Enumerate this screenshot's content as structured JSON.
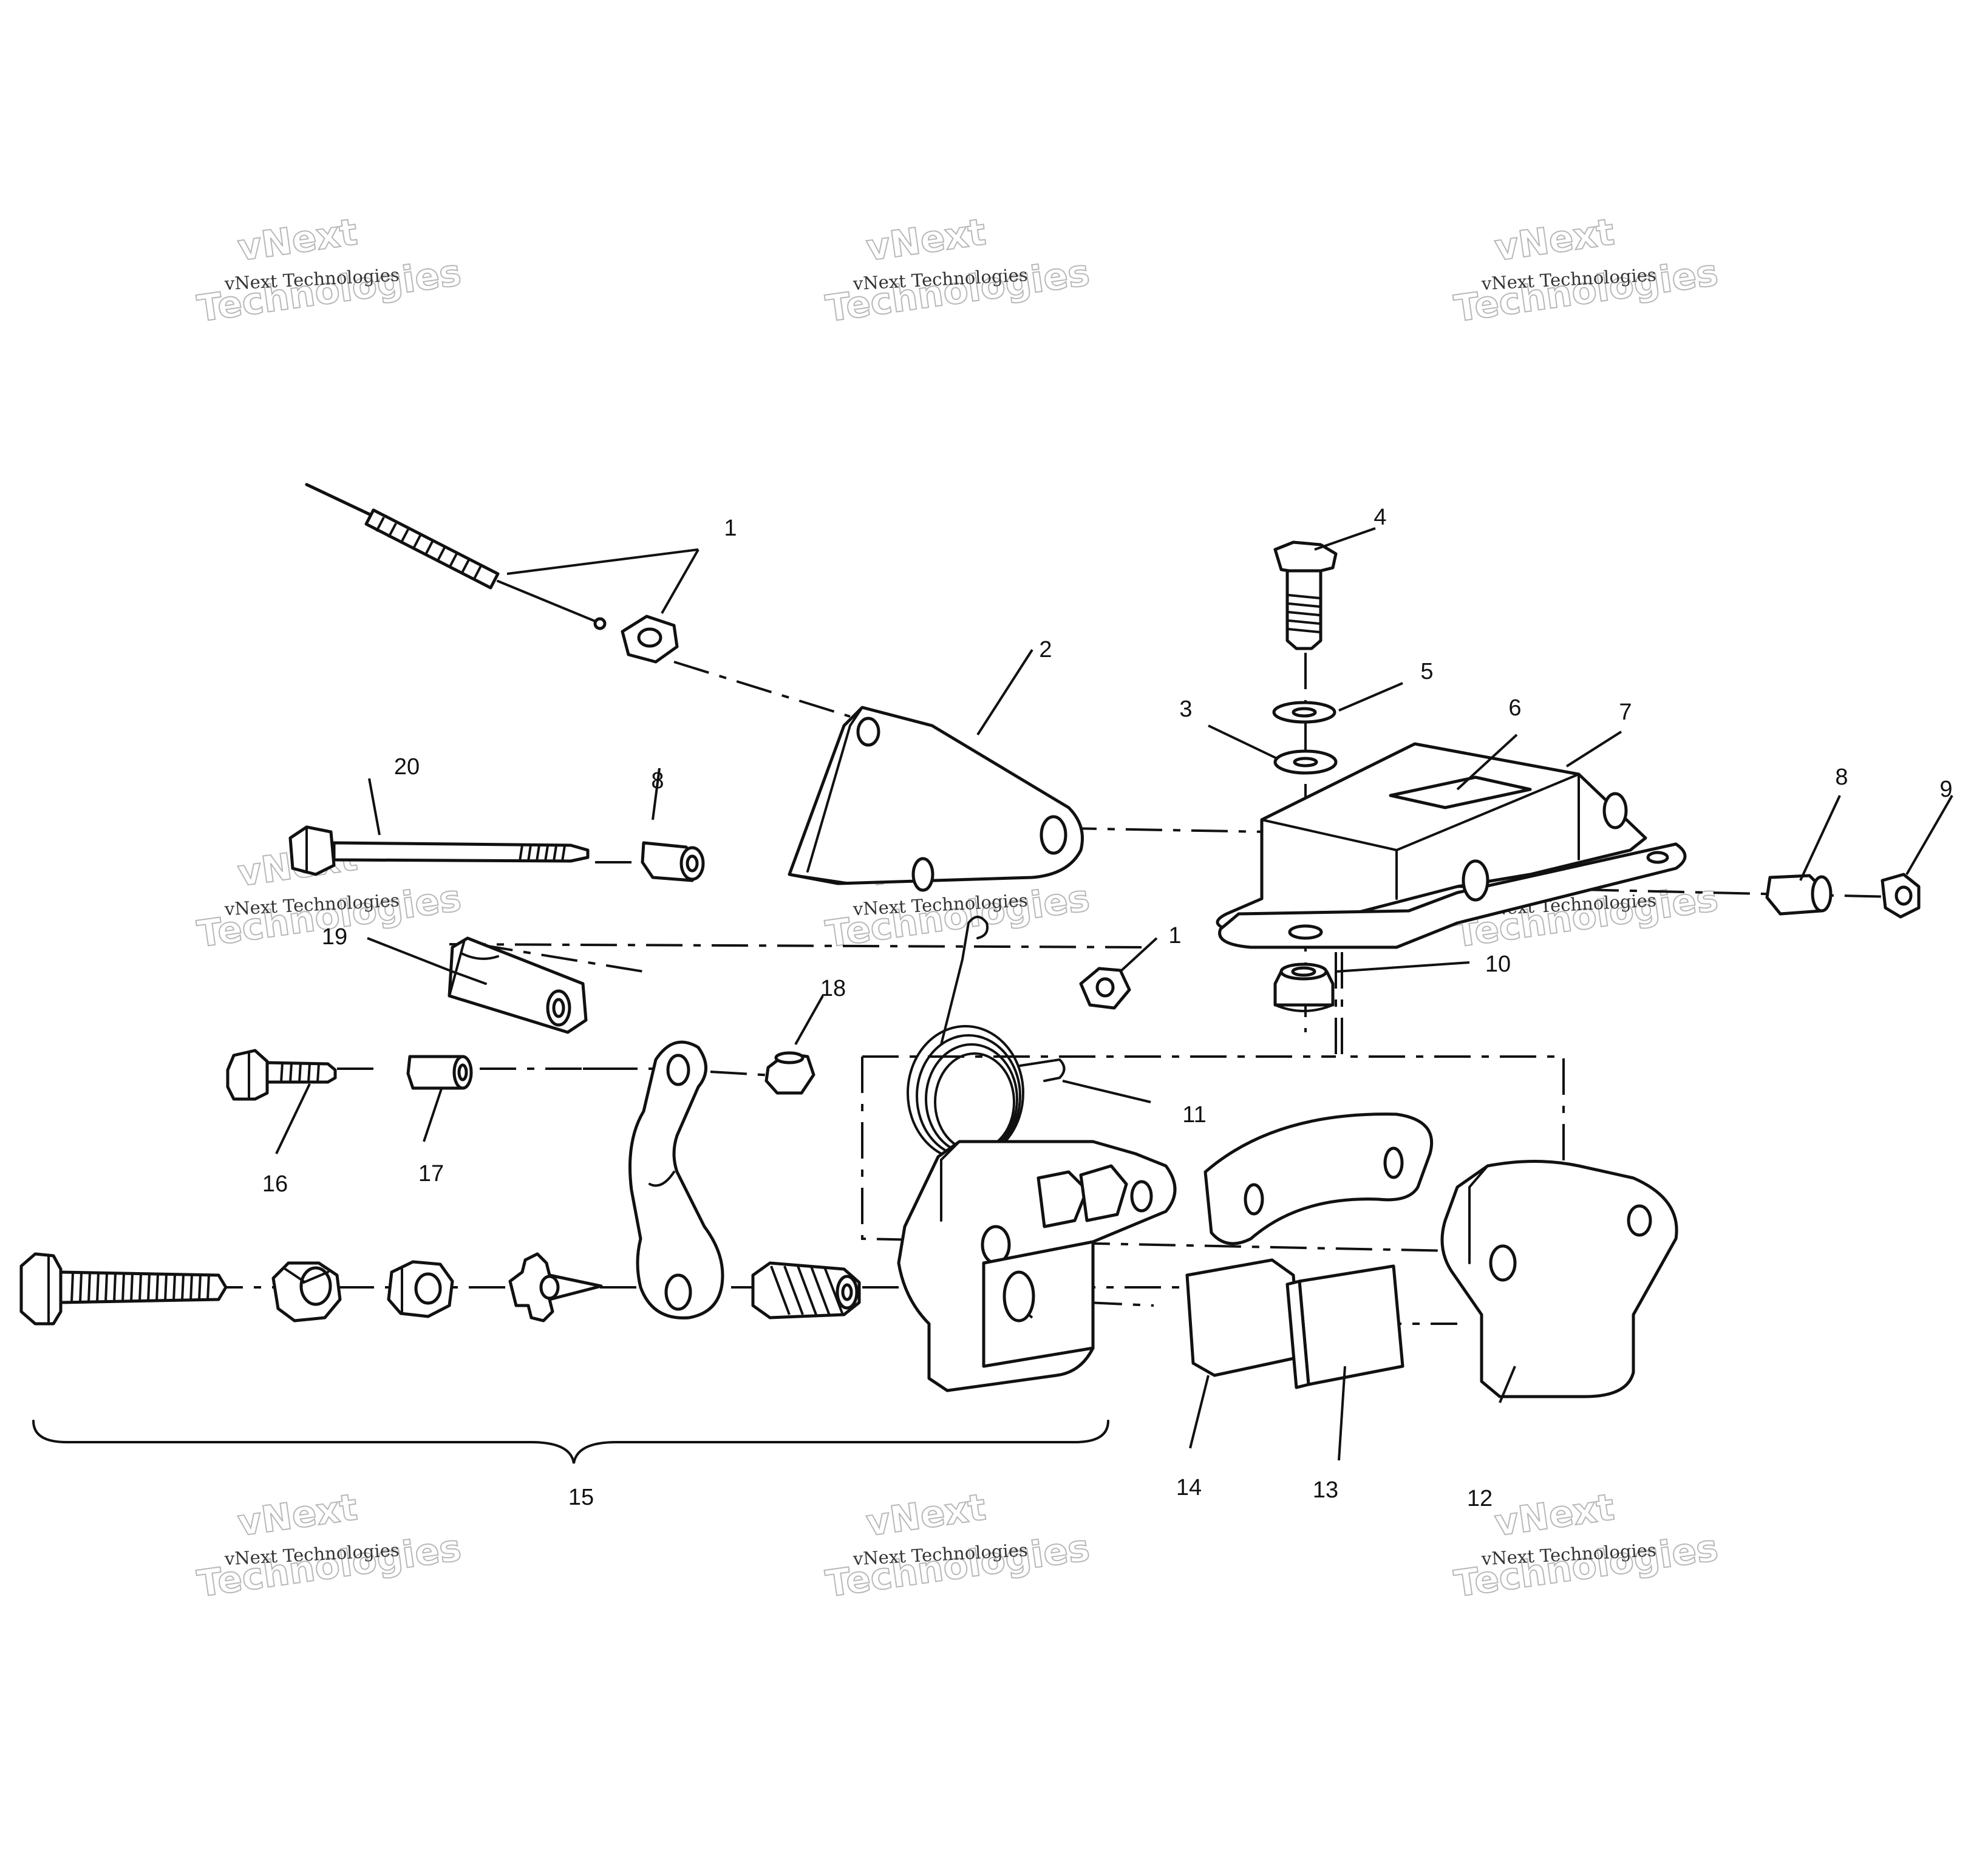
{
  "diagram": {
    "callouts": {
      "c1a": "1",
      "c1b": "1",
      "c2": "2",
      "c3": "3",
      "c4": "4",
      "c5": "5",
      "c6": "6",
      "c7": "7",
      "c8a": "8",
      "c8b": "8",
      "c9": "9",
      "c10": "10",
      "c11": "11",
      "c12": "12",
      "c13": "13",
      "c14": "14",
      "c15": "15",
      "c16": "16",
      "c17": "17",
      "c18": "18",
      "c19": "19",
      "c20": "20"
    },
    "watermark": {
      "line": "vNext Technologies",
      "big_top": "vNext",
      "big_bottom": "Technologies"
    }
  }
}
